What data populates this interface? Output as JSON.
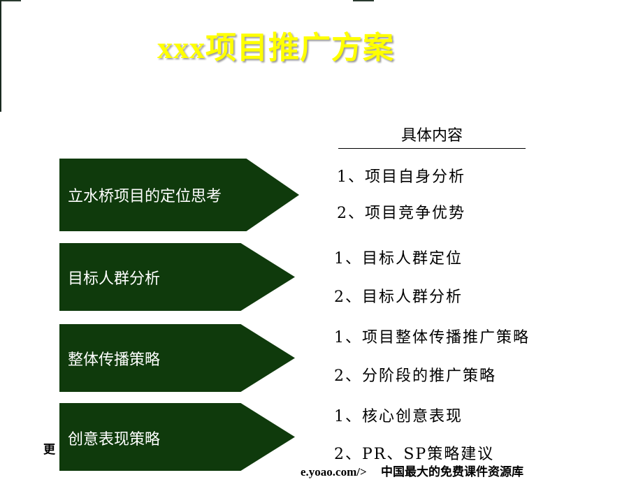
{
  "title": "xxx项目推广方案",
  "header": "具体内容",
  "sections": [
    {
      "label": "立水桥项目的定位思考",
      "items": [
        "1、项目自身分析",
        "2、项目竞争优势"
      ]
    },
    {
      "label": "目标人群分析",
      "items": [
        "1、目标人群定位",
        "2、目标人群分析"
      ]
    },
    {
      "label": "整体传播策略",
      "items": [
        "1、项目整体传播推广策略",
        "2、分阶段的推广策略"
      ]
    },
    {
      "label": "创意表现策略",
      "items": [
        "1、核心创意表现",
        "2、PR、SP策略建议"
      ]
    }
  ],
  "footer": {
    "left": "更",
    "url": "e.yoao.com/>",
    "slogan": "中国最大的免费课件资源库"
  },
  "colors": {
    "arrow": "#0f3a0c",
    "title": "#ffff00"
  }
}
